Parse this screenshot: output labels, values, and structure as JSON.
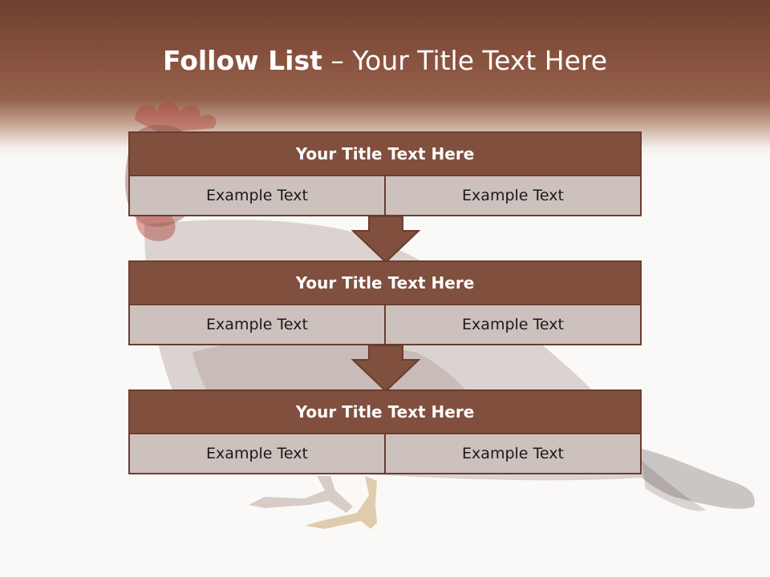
{
  "slide": {
    "title_bold": "Follow List",
    "title_rest": " – Your Title Text Here"
  },
  "rows": [
    {
      "title": "Your Title Text Here",
      "cells": [
        "Example Text",
        "Example Text"
      ]
    },
    {
      "title": "Your Title Text Here",
      "cells": [
        "Example Text",
        "Example Text"
      ]
    },
    {
      "title": "Your Title Text Here",
      "cells": [
        "Example Text",
        "Example Text"
      ]
    }
  ],
  "colors": {
    "header": "#8a5440",
    "box_fill": "#804f3e",
    "box_border": "#6b3d2f",
    "cell_fill": "#cdc1bd"
  }
}
